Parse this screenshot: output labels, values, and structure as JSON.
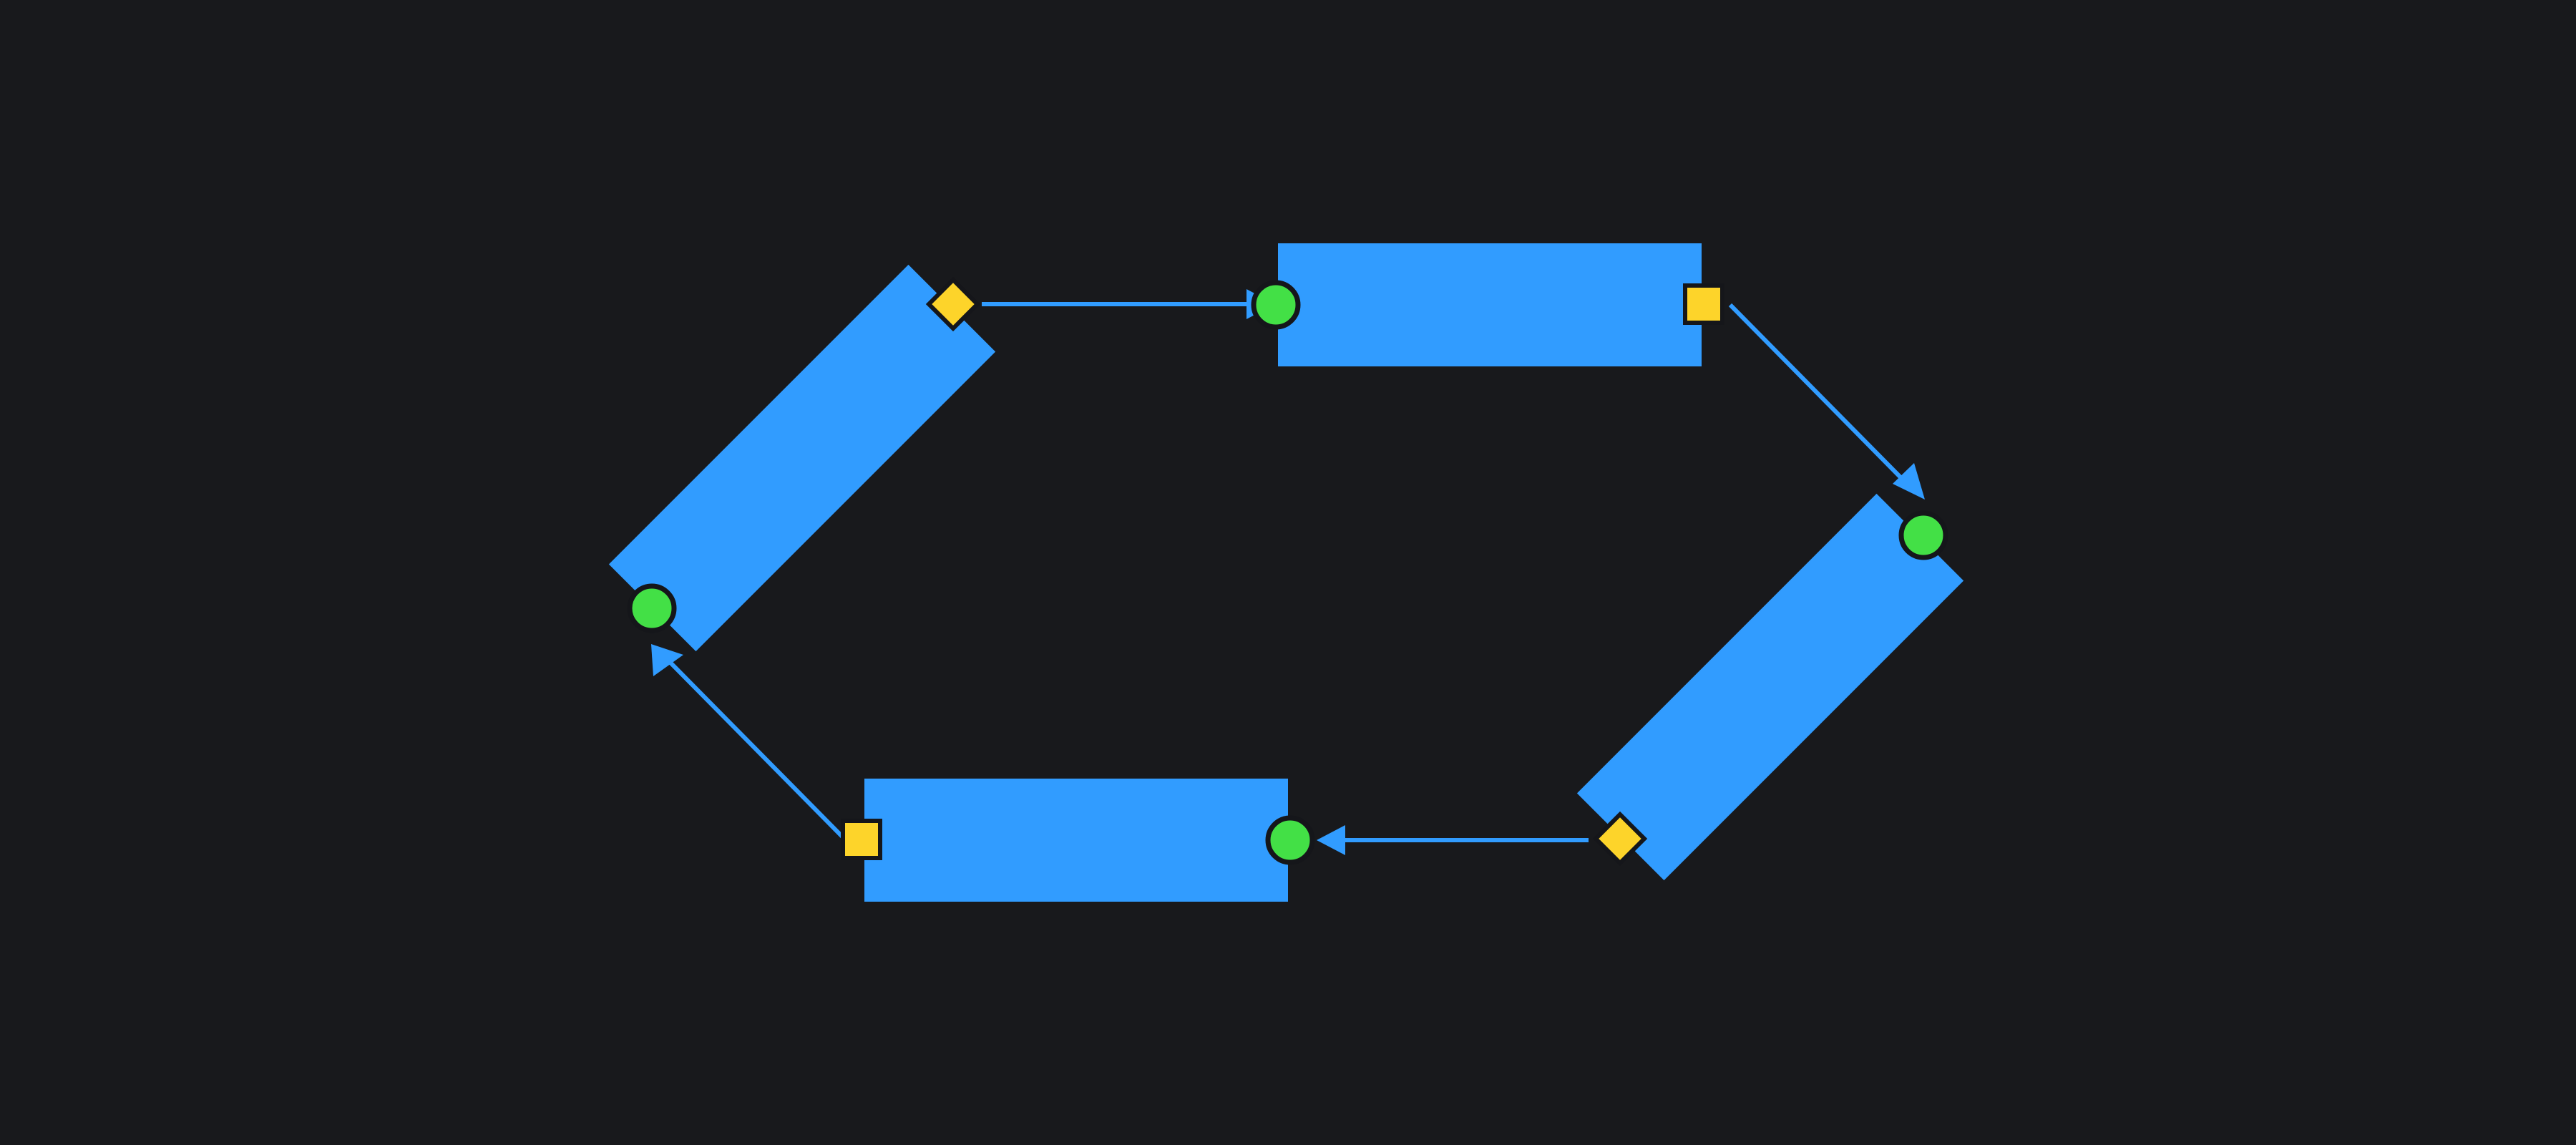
{
  "colors": {
    "background": "#18191c",
    "node_fill": "#319cff",
    "connector": "#319cff",
    "input_port": "#43e046",
    "output_port": "#fdd42a",
    "port_outline": "#15161a"
  },
  "nodes": [
    {
      "id": "node-top",
      "orientation": "horizontal",
      "input_port": "circle",
      "output_port": "square"
    },
    {
      "id": "node-right",
      "orientation": "diagonal",
      "input_port": "circle",
      "output_port": "diamond"
    },
    {
      "id": "node-bottom",
      "orientation": "horizontal",
      "input_port": "circle",
      "output_port": "square"
    },
    {
      "id": "node-left",
      "orientation": "diagonal",
      "input_port": "circle",
      "output_port": "diamond"
    }
  ],
  "edges": [
    {
      "from": "node-left",
      "to": "node-top"
    },
    {
      "from": "node-top",
      "to": "node-right"
    },
    {
      "from": "node-right",
      "to": "node-bottom"
    },
    {
      "from": "node-bottom",
      "to": "node-left"
    }
  ]
}
